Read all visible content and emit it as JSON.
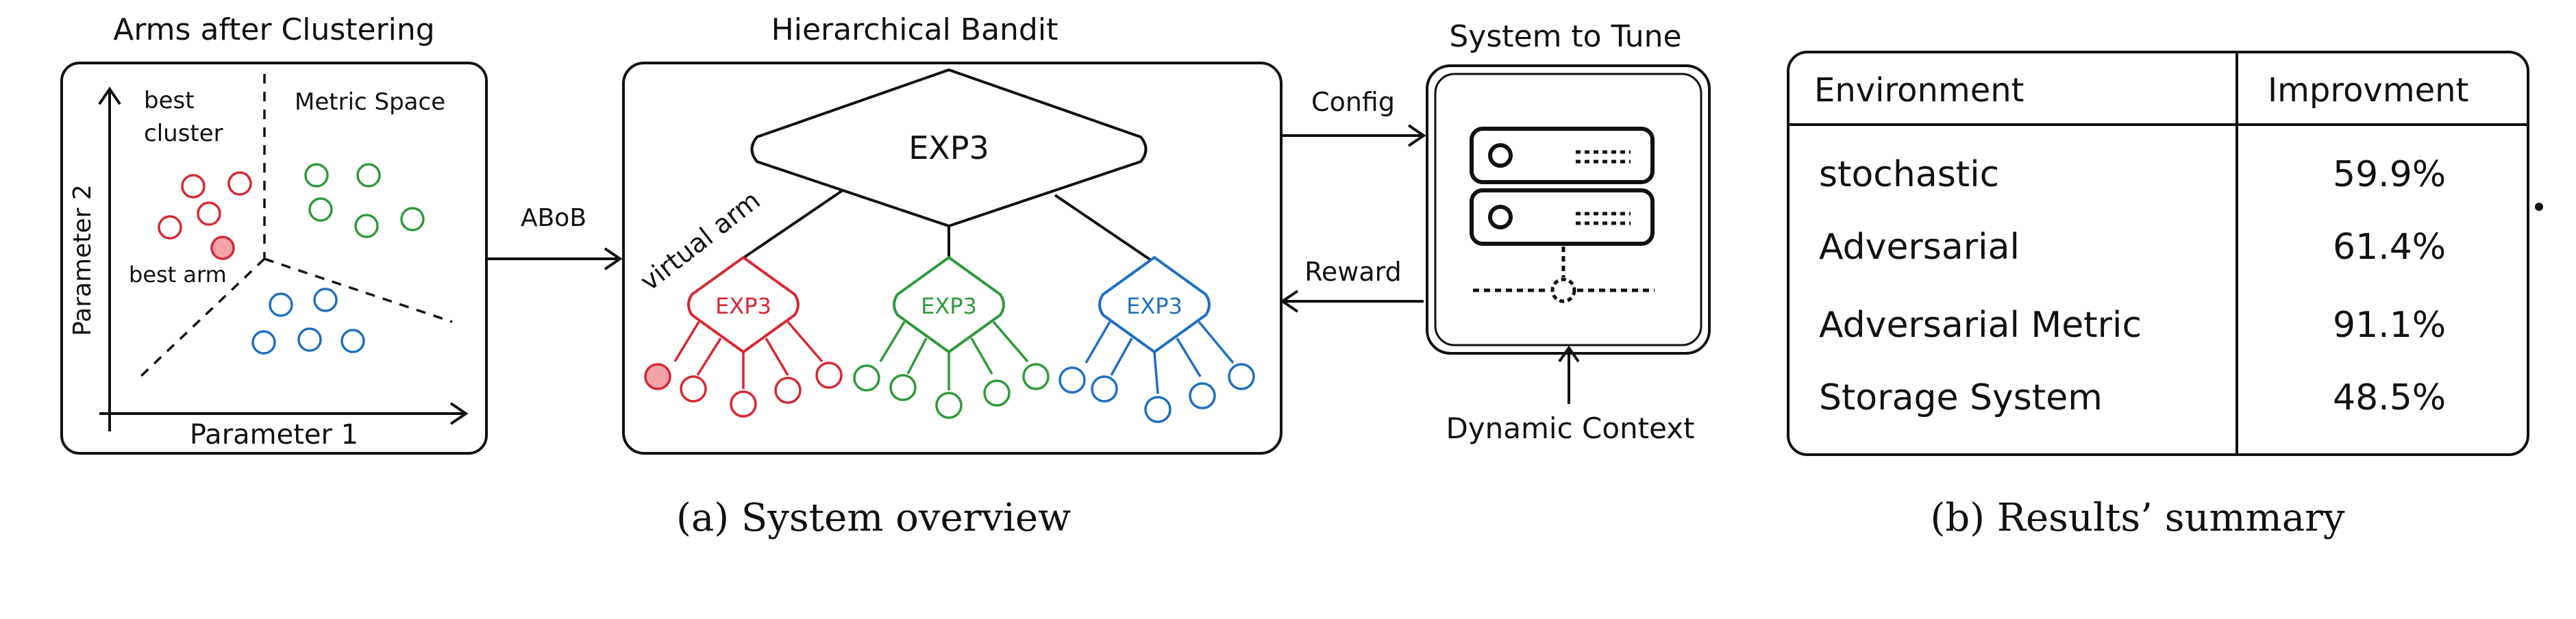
{
  "panel_a": {
    "caption": "(a) System overview",
    "clustering": {
      "title": "Arms after Clustering",
      "x_axis_label": "Parameter 1",
      "y_axis_label": "Parameter 2",
      "best_cluster_label_line1": "best",
      "best_cluster_label_line2": "cluster",
      "metric_space_label": "Metric Space",
      "best_arm_label": "best arm"
    },
    "aboB_label": "ABoB",
    "bandit": {
      "title": "Hierarchical Bandit",
      "top_node": "EXP3",
      "virtual_arm_label": "virtual arm",
      "child_nodes": [
        "EXP3",
        "EXP3",
        "EXP3"
      ]
    },
    "config_label": "Config",
    "reward_label": "Reward",
    "system": {
      "title": "System to Tune",
      "dynamic_context_label": "Dynamic Context"
    }
  },
  "panel_b": {
    "caption": "(b) Results’ summary",
    "table": {
      "headers": [
        "Environment",
        "Improvment"
      ],
      "rows": [
        [
          "stochastic",
          "59.9%"
        ],
        [
          "Adversarial",
          "61.4%"
        ],
        [
          "Adversarial Metric",
          "91.1%"
        ],
        [
          "Storage System",
          "48.5%"
        ]
      ]
    }
  },
  "colors": {
    "red": "#d62832",
    "green": "#2e9a3a",
    "blue": "#1f6fc1",
    "best_fill": "#f3a3a8"
  }
}
